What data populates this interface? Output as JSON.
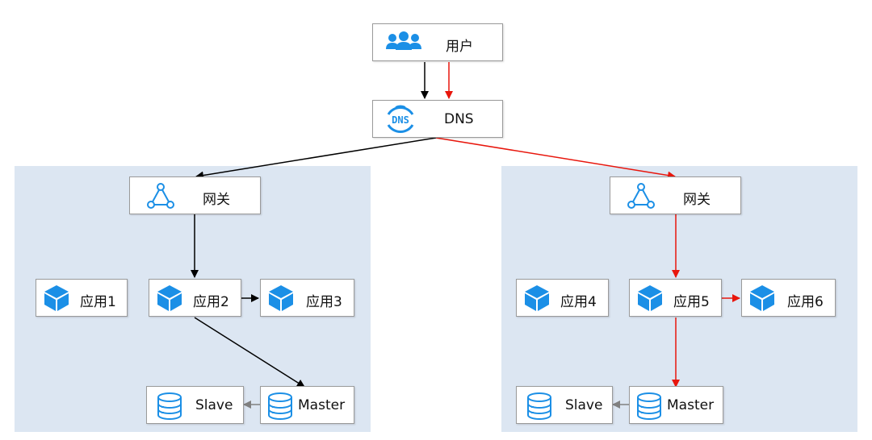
{
  "colors": {
    "region_fill": "#dce6f2",
    "icon_blue": "#1b8fe6",
    "edge_black": "#000000",
    "edge_red": "#e8160c",
    "edge_gray": "#808080"
  },
  "nodes": {
    "user": {
      "label": "用户",
      "icon": "users-icon"
    },
    "dns": {
      "label": "DNS",
      "icon": "dns-icon"
    },
    "gateway_left": {
      "label": "网关",
      "icon": "gateway-icon"
    },
    "gateway_right": {
      "label": "网关",
      "icon": "gateway-icon"
    },
    "app1": {
      "label": "应用1",
      "icon": "cube-icon"
    },
    "app2": {
      "label": "应用2",
      "icon": "cube-icon"
    },
    "app3": {
      "label": "应用3",
      "icon": "cube-icon"
    },
    "app4": {
      "label": "应用4",
      "icon": "cube-icon"
    },
    "app5": {
      "label": "应用5",
      "icon": "cube-icon"
    },
    "app6": {
      "label": "应用6",
      "icon": "cube-icon"
    },
    "slave_left": {
      "label": "Slave",
      "icon": "database-icon"
    },
    "master_left": {
      "label": "Master",
      "icon": "database-icon"
    },
    "slave_right": {
      "label": "Slave",
      "icon": "database-icon"
    },
    "master_right": {
      "label": "Master",
      "icon": "database-icon"
    }
  },
  "edges": [
    {
      "from": "user",
      "to": "dns",
      "color": "black"
    },
    {
      "from": "user",
      "to": "dns",
      "color": "red"
    },
    {
      "from": "dns",
      "to": "gateway_left",
      "color": "black"
    },
    {
      "from": "dns",
      "to": "gateway_right",
      "color": "red"
    },
    {
      "from": "gateway_left",
      "to": "app2",
      "color": "black"
    },
    {
      "from": "app2",
      "to": "app3",
      "color": "black"
    },
    {
      "from": "app2",
      "to": "master_left",
      "color": "black"
    },
    {
      "from": "master_left",
      "to": "slave_left",
      "color": "gray"
    },
    {
      "from": "gateway_right",
      "to": "app5",
      "color": "red"
    },
    {
      "from": "app5",
      "to": "app6",
      "color": "red"
    },
    {
      "from": "app5",
      "to": "master_right",
      "color": "red"
    },
    {
      "from": "master_right",
      "to": "slave_right",
      "color": "gray"
    }
  ]
}
